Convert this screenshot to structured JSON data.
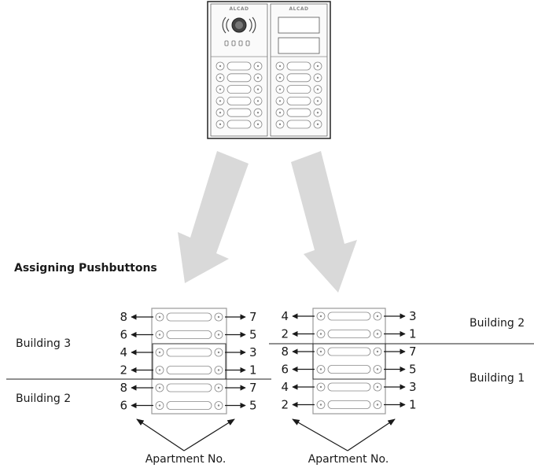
{
  "title": "Assigning Pushbuttons",
  "brand": "ALCAD",
  "colors": {
    "arrow": "#d9d9d9",
    "line": "#222222",
    "panel_stroke": "#999999"
  },
  "left_panel": {
    "buildings": [
      {
        "label": "Building 3"
      },
      {
        "label": "Building 2"
      }
    ],
    "rows": [
      {
        "left": "8",
        "right": "7"
      },
      {
        "left": "6",
        "right": "5"
      },
      {
        "left": "4",
        "right": "3"
      },
      {
        "left": "2",
        "right": "1"
      },
      {
        "left": "8",
        "right": "7"
      },
      {
        "left": "6",
        "right": "5"
      }
    ],
    "caption": "Apartment No."
  },
  "right_panel": {
    "buildings": [
      {
        "label": "Building 2"
      },
      {
        "label": "Building 1"
      }
    ],
    "rows": [
      {
        "left": "4",
        "right": "3"
      },
      {
        "left": "2",
        "right": "1"
      },
      {
        "left": "8",
        "right": "7"
      },
      {
        "left": "6",
        "right": "5"
      },
      {
        "left": "4",
        "right": "3"
      },
      {
        "left": "2",
        "right": "1"
      }
    ],
    "caption": "Apartment No."
  }
}
